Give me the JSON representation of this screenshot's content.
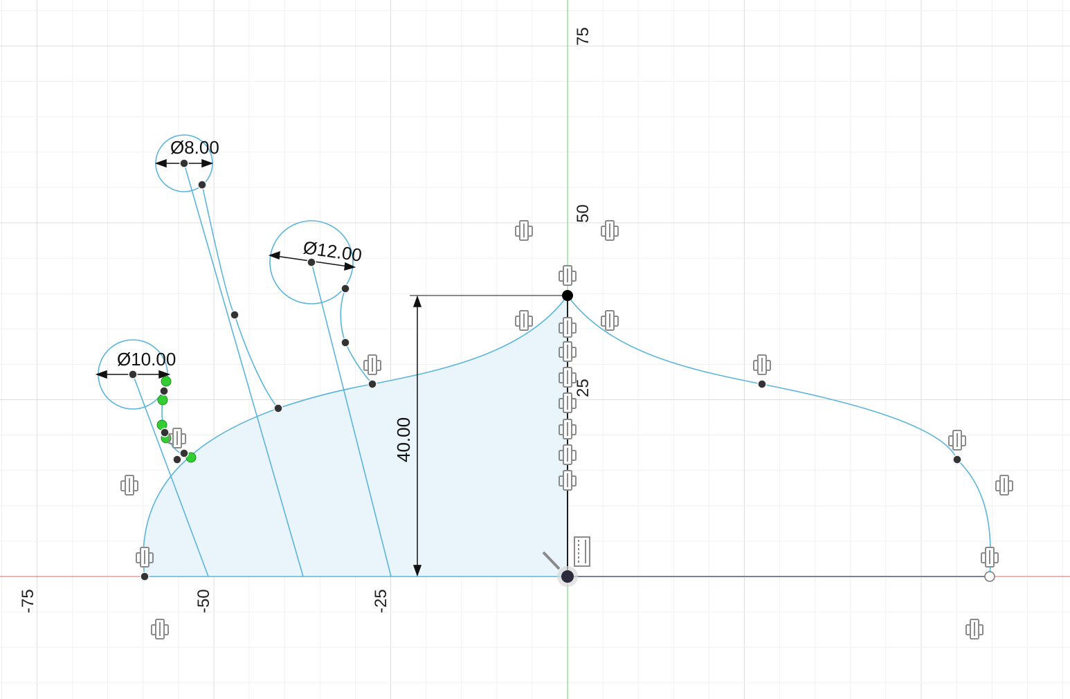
{
  "viewport": {
    "axis_labels_x": [
      "-75",
      "-50",
      "-25"
    ],
    "axis_labels_y": [
      "75",
      "50",
      "25"
    ]
  },
  "dimensions": {
    "circle_small": "Ø8.00",
    "circle_large": "Ø12.00",
    "circle_left": "Ø10.00",
    "height": "40.00"
  },
  "icons": {
    "constraint": "symmetry-constraint-icon",
    "fix": "fix-constraint-icon",
    "origin": "origin-point-icon"
  },
  "colors": {
    "sketch_line": "#5ab4dc",
    "profile_fill": "#eaf5fb",
    "x_axis": "#e06666",
    "y_axis": "#6fcf6f",
    "grid": "#e6e6e6"
  }
}
